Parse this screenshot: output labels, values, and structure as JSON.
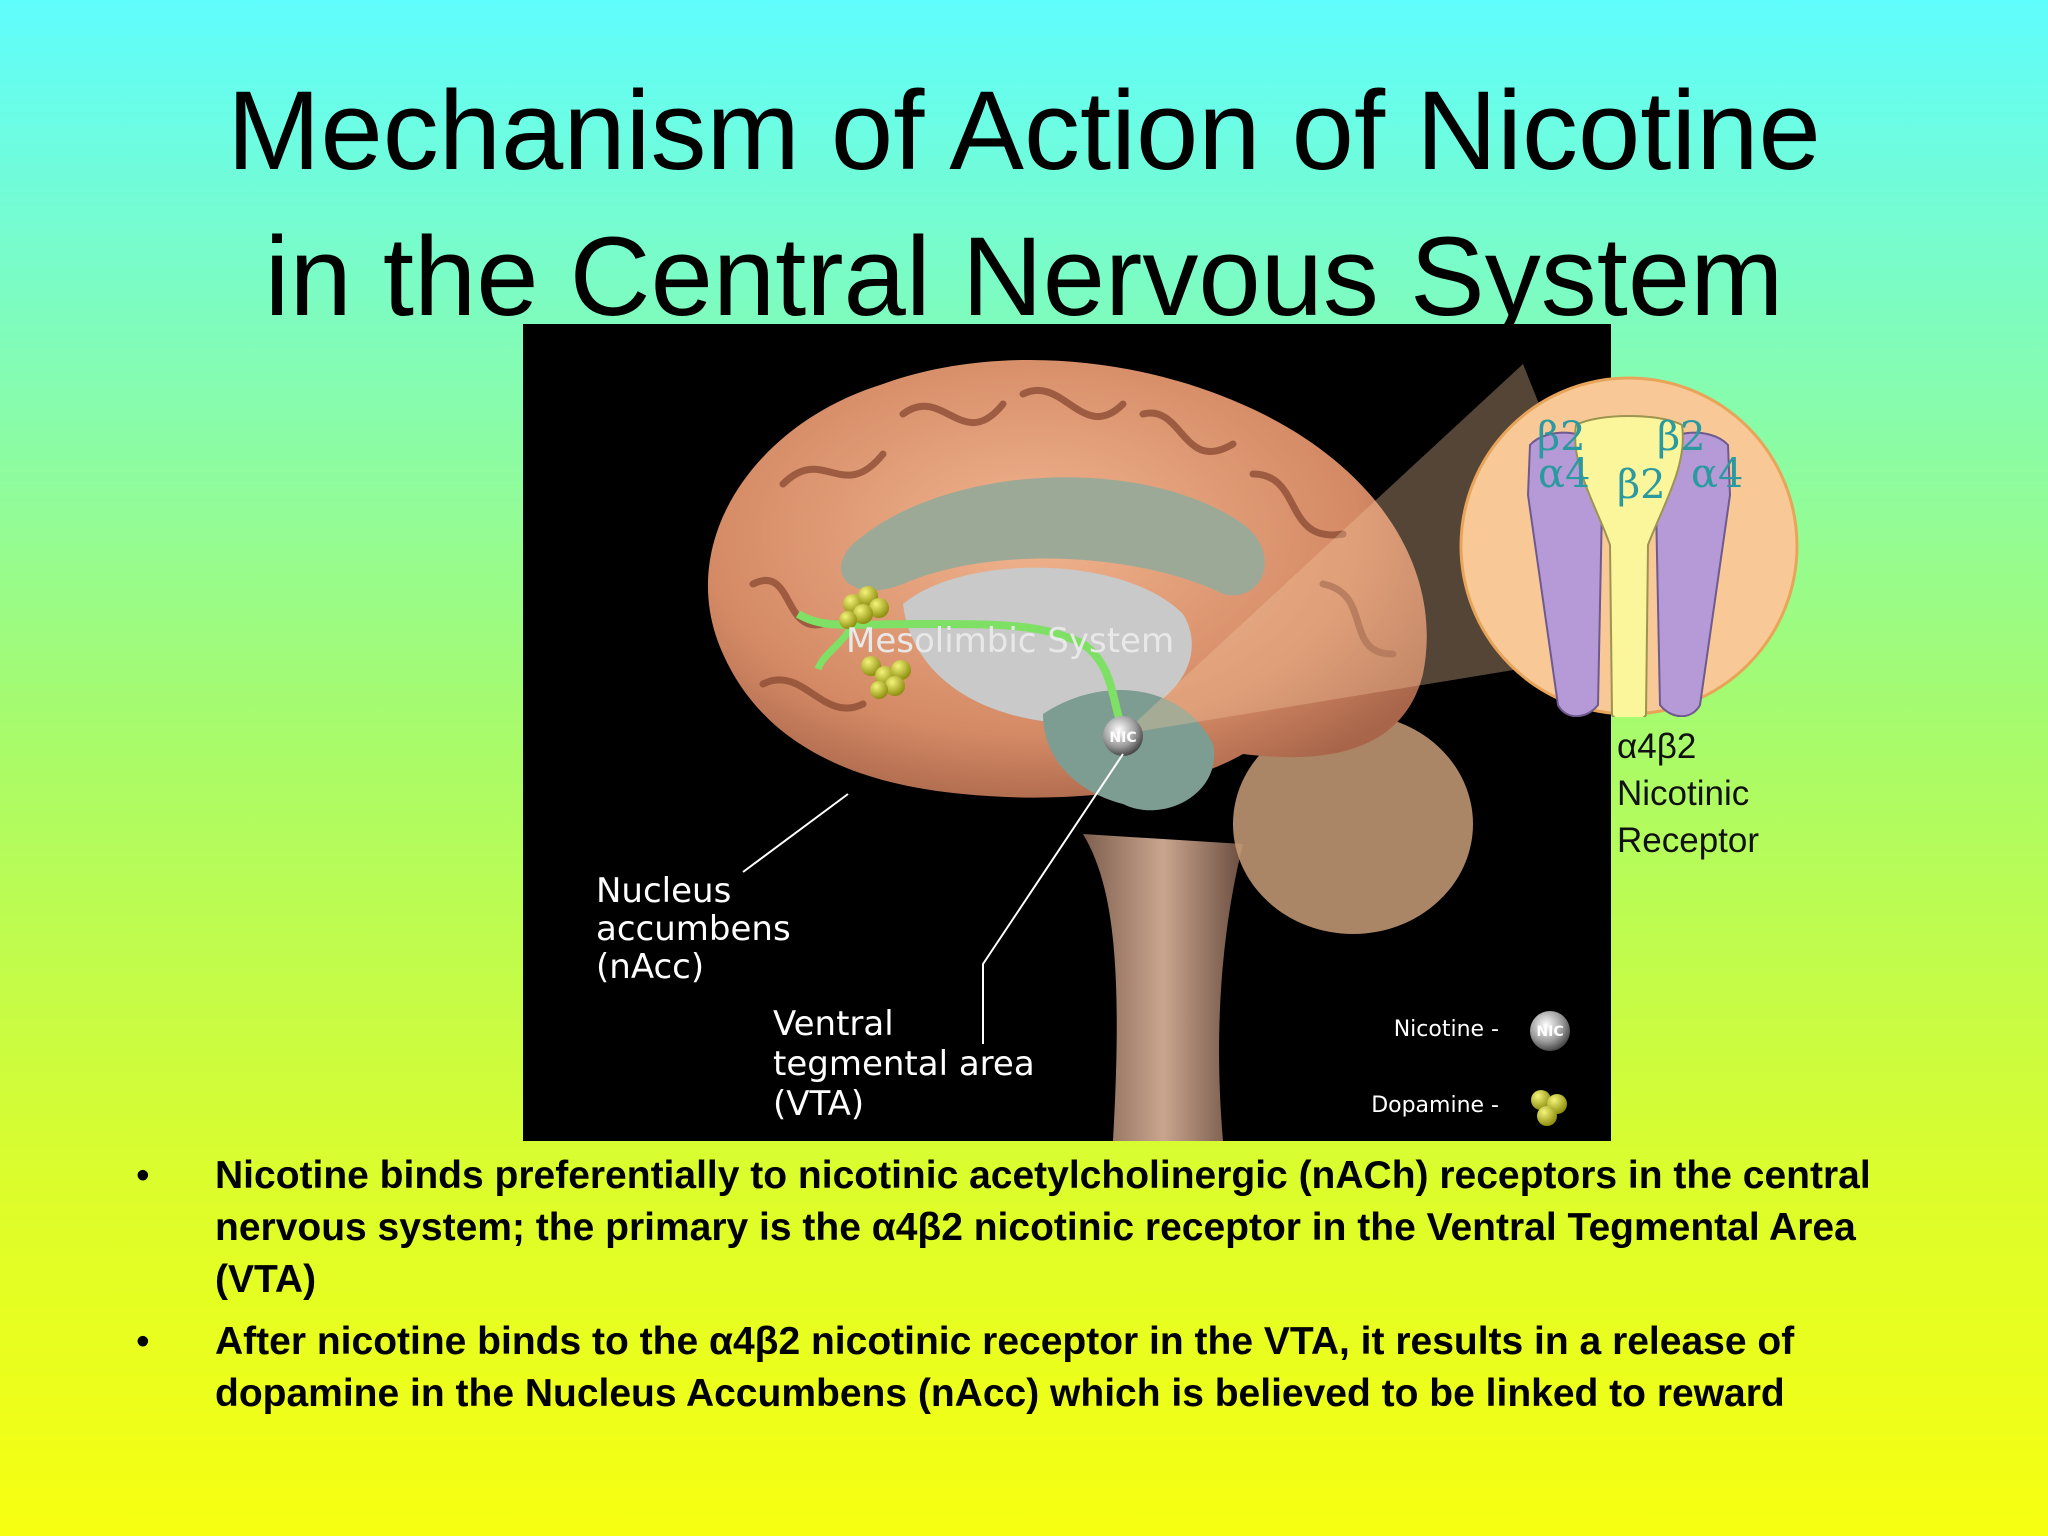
{
  "slide": {
    "title_line1": "Mechanism of Action of Nicotine",
    "title_line2": "in the Central Nervous System"
  },
  "figure": {
    "system_label": "Mesolimbic System",
    "nacc_label": "Nucleus\naccumbens\n(nAcc)",
    "vta_label": "Ventral\ntegmental area\n(VTA)",
    "nic_badge": "NIC",
    "legend": {
      "nicotine_label": "Nicotine -",
      "nicotine_badge": "NIC",
      "dopamine_label": "Dopamine -"
    },
    "colors": {
      "background": "#000000",
      "cortex": "#d99773",
      "pathway": "#7ee064",
      "dopamine": "#c9c926",
      "receptor_alpha": "#b69ad8",
      "receptor_beta": "#fbf59b"
    }
  },
  "receptor": {
    "subunits": {
      "a4_left": "α4",
      "b2_left": "β2",
      "b2_right": "β2",
      "b2_center": "β2",
      "a4_right": "α4"
    },
    "caption": "α4β2\nNicotinic\nReceptor"
  },
  "bullets": [
    "Nicotine binds preferentially to nicotinic acetylcholinergic (nACh) receptors in the central nervous system; the primary is the α4β2 nicotinic receptor in the Ventral Tegmental Area (VTA)",
    "After nicotine binds to the α4β2 nicotinic receptor in the VTA, it results in a release of dopamine in the Nucleus Accumbens (nAcc) which is believed to be linked to reward"
  ],
  "bullet_marker": "•"
}
